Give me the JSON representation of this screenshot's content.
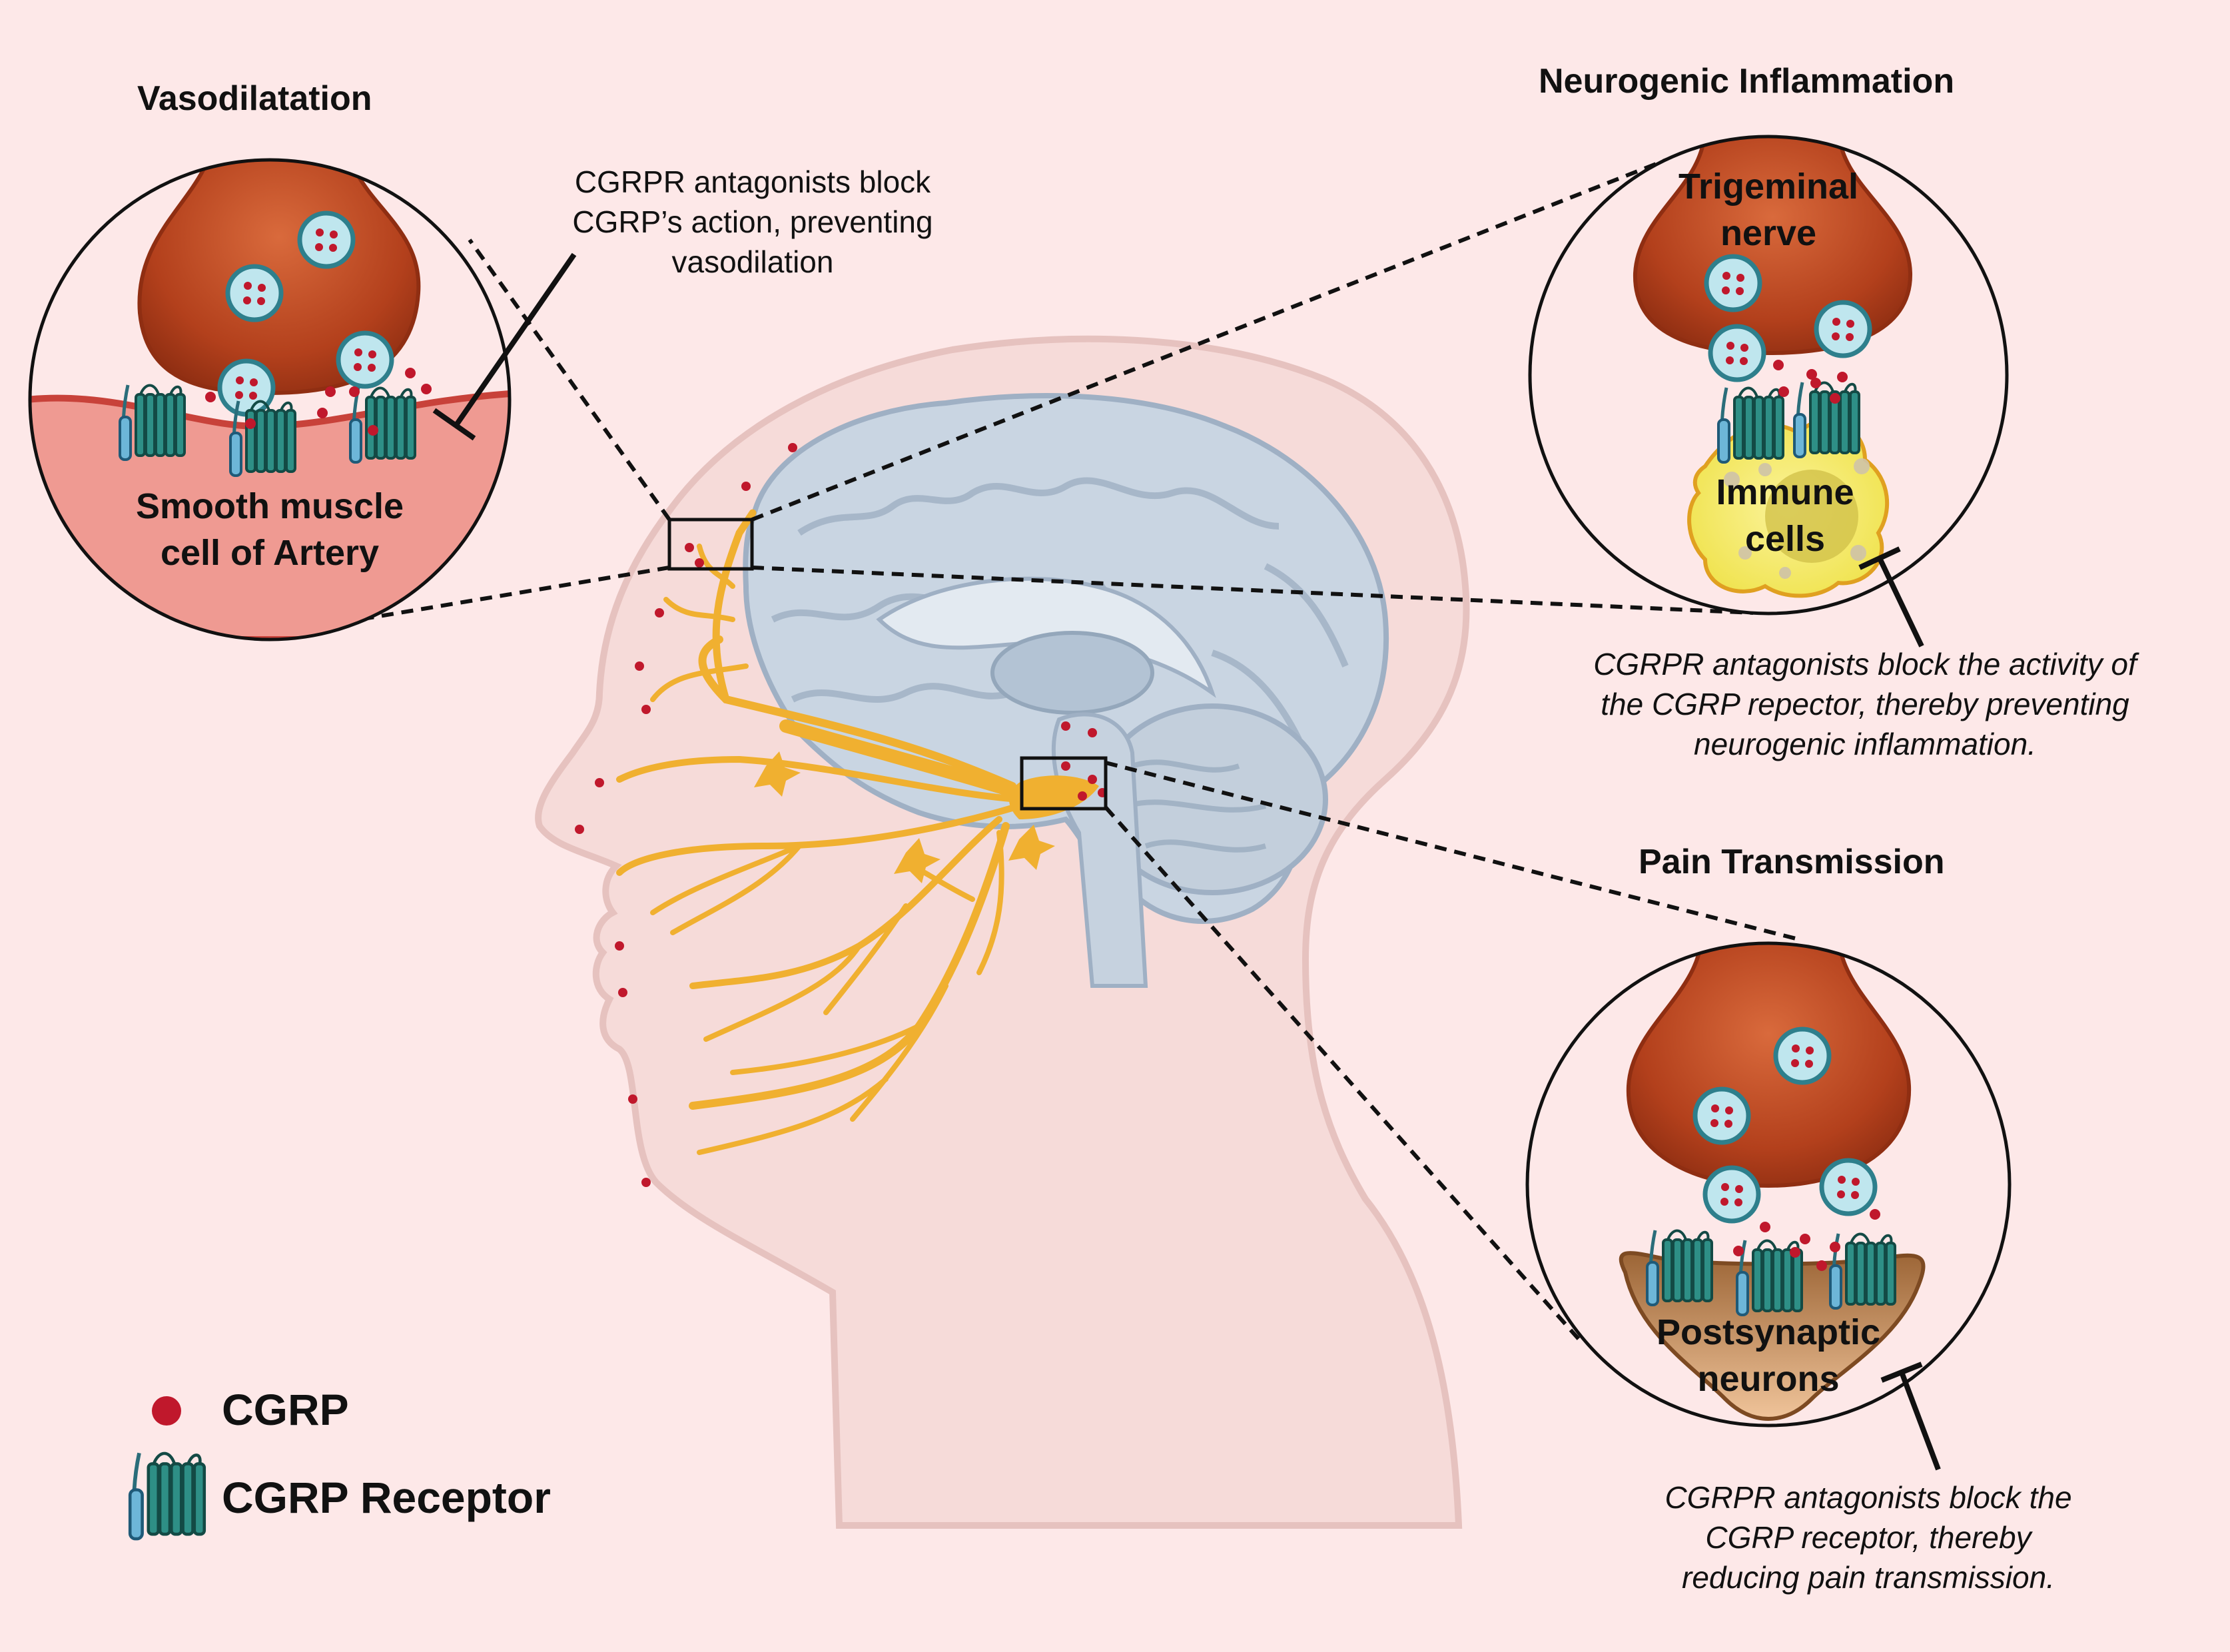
{
  "colors": {
    "background": "#fde8e8",
    "head": "#f6dbd9",
    "brain": "#c9d5e2",
    "nerve": "#f0b030",
    "cgrp": "#c0182c",
    "receptor": "#2e8f86",
    "terminal": "#b3401c",
    "vesicle": "#bfe6ee",
    "muscle": "#ef9a92",
    "immune": "#f3ea5e",
    "postsynaptic": "#b07a4a"
  },
  "panels": {
    "vasodilatation": {
      "title": "Vasodilatation",
      "cell_label": [
        "Smooth muscle",
        "cell of Artery"
      ],
      "note": [
        "CGRPR antagonists block",
        "CGRP’s action, preventing",
        "vasodilation"
      ]
    },
    "neurogenic": {
      "title": "Neurogenic Inflammation",
      "nerve_label": [
        "Trigeminal",
        "nerve"
      ],
      "cell_label": [
        "Immune",
        "cells"
      ],
      "note": [
        "CGRPR antagonists block the activity of",
        "the CGRP repector,  thereby preventing",
        "neurogenic inflammation."
      ]
    },
    "pain": {
      "title": "Pain Transmission",
      "cell_label": [
        "Postsynaptic",
        "neurons"
      ],
      "note": [
        "CGRPR antagonists block the",
        "CGRP receptor, thereby",
        "reducing pain transmission."
      ]
    }
  },
  "legend": {
    "cgrp": "CGRP",
    "receptor": "CGRP Receptor"
  },
  "icons": [
    "cgrp-dot-icon",
    "cgrp-receptor-icon",
    "vesicle-icon",
    "inhibition-t-bar-icon"
  ]
}
